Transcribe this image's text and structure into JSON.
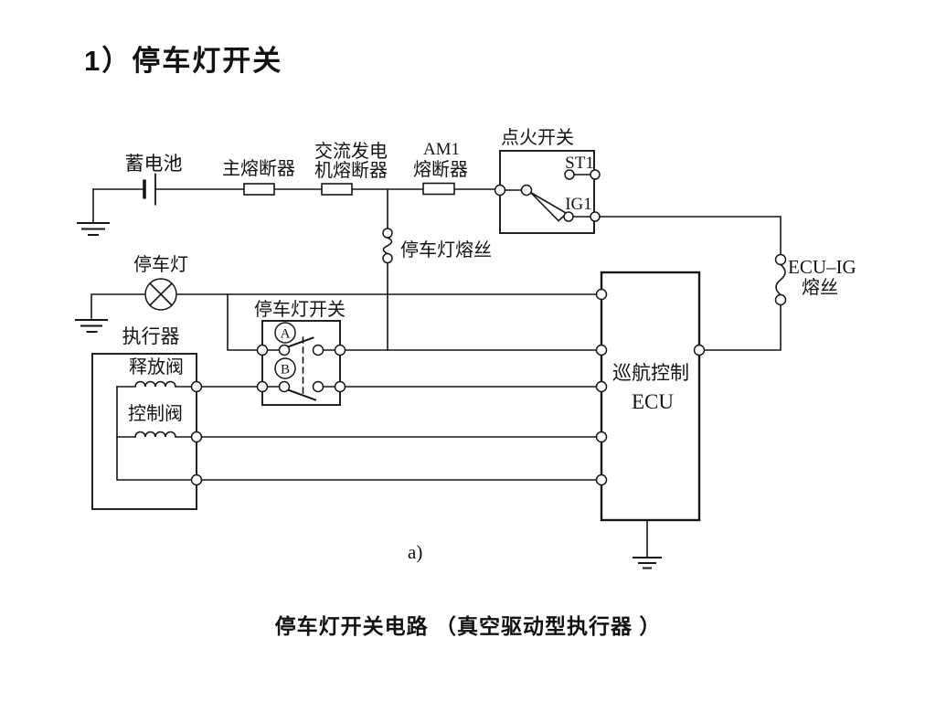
{
  "page": {
    "title": "1）停车灯开关",
    "subfigure_label": "a)",
    "caption": "停车灯开关电路 （真空驱动型执行器 ）"
  },
  "colors": {
    "background": "#ffffff",
    "ink": "#161616"
  },
  "components": {
    "battery": {
      "label": "蓄电池"
    },
    "main_fuse": {
      "label": "主熔断器"
    },
    "alternator_fuse": {
      "label_line1": "交流发电",
      "label_line2": "机熔断器"
    },
    "am1_fuse": {
      "label_line1": "AM1",
      "label_line2": "熔断器"
    },
    "ignition_switch": {
      "label": "点火开关",
      "terminal_st1": "ST1",
      "terminal_ig1": "IG1"
    },
    "stop_light_fuse": {
      "label": "停车灯熔丝"
    },
    "stop_light": {
      "label": "停车灯"
    },
    "stop_light_switch": {
      "label": "停车灯开关",
      "contact_a": "A",
      "contact_b": "B"
    },
    "actuator": {
      "label": "执行器",
      "release_valve": "释放阀",
      "control_valve": "控制阀"
    },
    "cruise_ecu": {
      "label_line1": "巡航控制",
      "label_line2": "ECU"
    },
    "ecu_ig_fuse": {
      "label_line1": "ECU–IG",
      "label_line2": "熔丝"
    }
  }
}
